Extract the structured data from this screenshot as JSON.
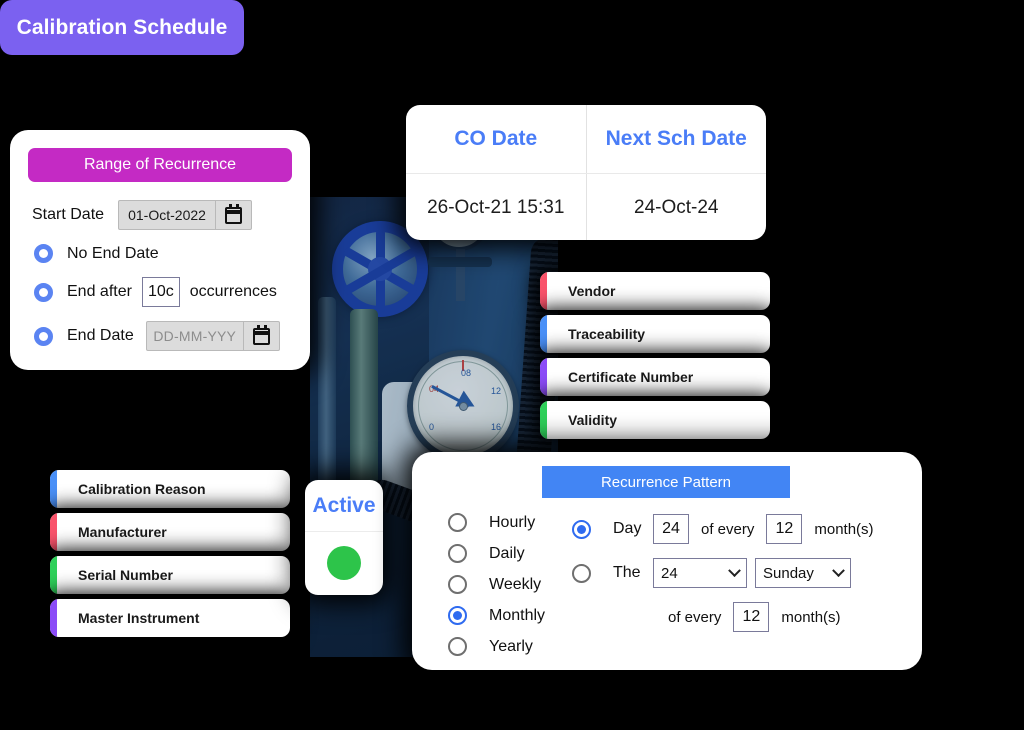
{
  "schedule_chip": {
    "label": "Calibration Schedule",
    "color": "#7b61f0"
  },
  "date_table": {
    "headers": [
      "CO Date",
      "Next Sch Date"
    ],
    "rows": [
      [
        "26-Oct-21 15:31",
        "24-Oct-24"
      ]
    ],
    "header_color": "#4a7df7"
  },
  "range_panel": {
    "title": "Range of Recurrence",
    "title_color": "#c42ac4",
    "start_date_label": "Start Date",
    "start_date_value": "01-Oct-2022",
    "start_date_icon": "calendar-icon",
    "options": [
      {
        "label": "No End Date",
        "selected": true
      },
      {
        "label": "End after",
        "selected": true,
        "value": "10c",
        "suffix": "occurrences"
      },
      {
        "label": "End Date",
        "selected": true,
        "placeholder": "DD-MM-YYY",
        "icon": "calendar-icon"
      }
    ]
  },
  "right_list": {
    "items": [
      {
        "label": "Vendor",
        "color": "#f9536b"
      },
      {
        "label": "Traceability",
        "color": "#4a90f7"
      },
      {
        "label": "Certificate Number",
        "color": "#8b4cf7"
      },
      {
        "label": "Validity",
        "color": "#2fd05a"
      }
    ]
  },
  "left_list": {
    "items": [
      {
        "label": "Calibration Reason",
        "color": "#4a90f7"
      },
      {
        "label": "Manufacturer",
        "color": "#f9536b"
      },
      {
        "label": "Serial Number",
        "color": "#2fd05a"
      },
      {
        "label": "Master Instrument",
        "color": "#8b4cf7"
      }
    ]
  },
  "active_card": {
    "title": "Active",
    "title_color": "#4a7df7",
    "status_dot_color": "#2dc44a",
    "status_dot_icon": "status-dot-icon"
  },
  "pattern_panel": {
    "title": "Recurrence Pattern",
    "title_color": "#4285f4",
    "frequencies": [
      {
        "label": "Hourly",
        "selected": false
      },
      {
        "label": "Daily",
        "selected": false
      },
      {
        "label": "Weekly",
        "selected": false
      },
      {
        "label": "Monthly",
        "selected": true
      },
      {
        "label": "Yearly",
        "selected": false
      }
    ],
    "day_option": {
      "selected": true,
      "label": "Day",
      "day_value": "24",
      "of_every": "of every",
      "months_value": "12",
      "months_unit": "month(s)"
    },
    "the_option": {
      "selected": false,
      "label": "The",
      "ordinal_value": "24",
      "weekday_value": "Sunday",
      "of_every": "of every",
      "months_value": "12",
      "months_unit": "month(s)",
      "dropdown_icon": "chevron-down-icon"
    }
  },
  "background_photo": {
    "description": "industrial-equipment-photo",
    "gauge_ticks": [
      "0",
      "04",
      "08",
      "12",
      "16"
    ]
  }
}
